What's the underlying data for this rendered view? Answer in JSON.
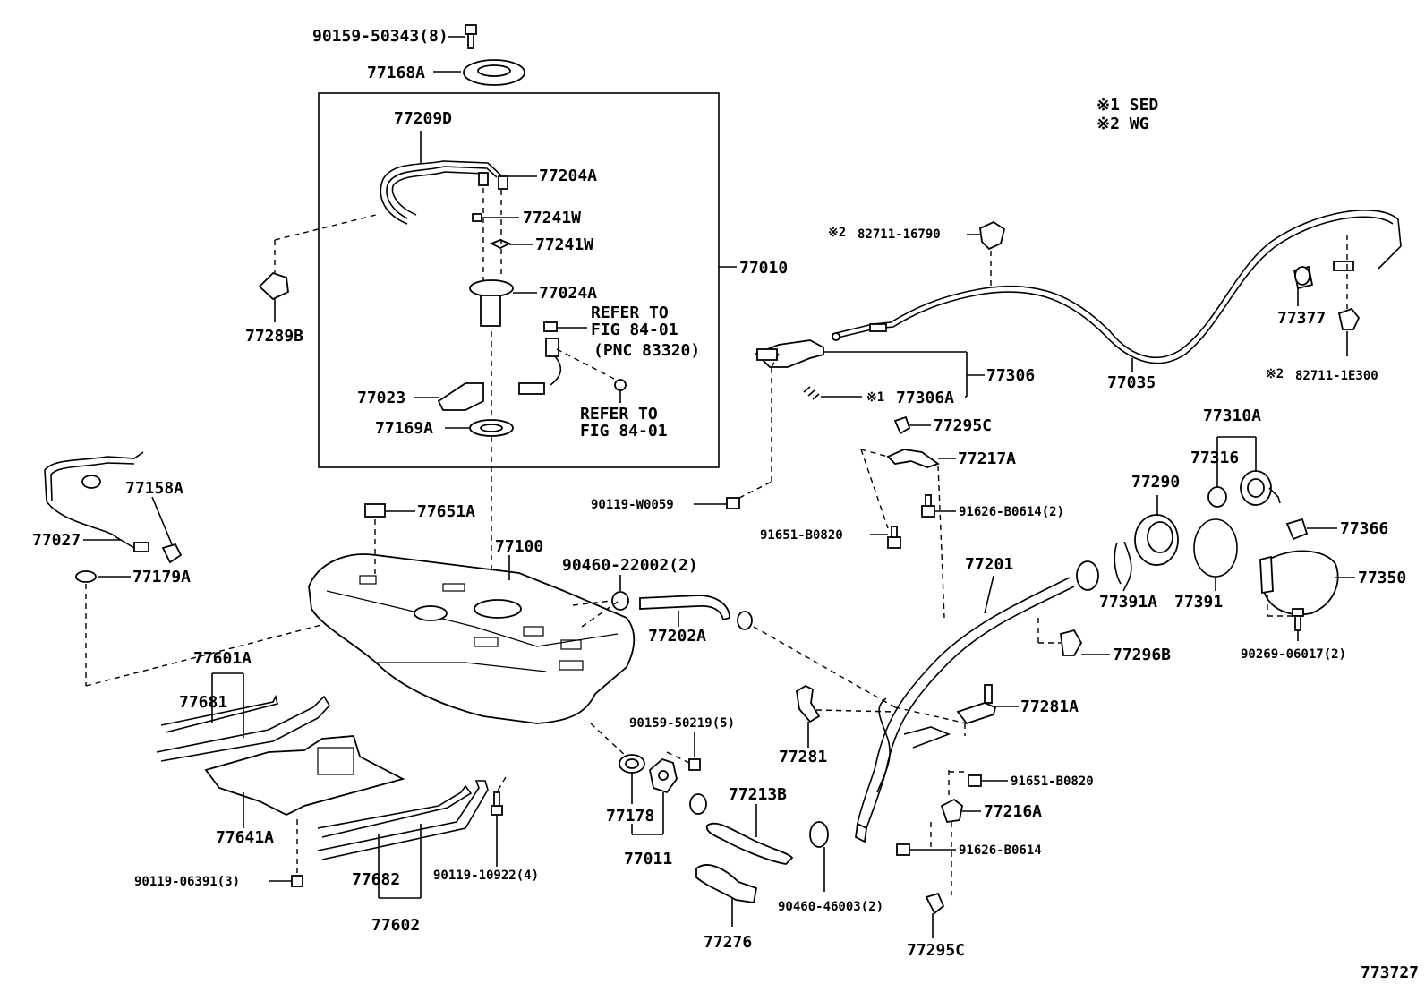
{
  "legend": {
    "note1": "※1 SED",
    "note2": "※2 WG"
  },
  "figure_number": "773727",
  "refer": {
    "ref1_line1": "REFER TO",
    "ref1_line2": "FIG 84-01",
    "ref1_line3": "(PNC 83320)",
    "ref2_line1": "REFER TO",
    "ref2_line2": "FIG 84-01"
  },
  "labels": {
    "p90159_50343": "90159-50343(8)",
    "p77168A": "77168A",
    "p77209D": "77209D",
    "p77204A": "77204A",
    "p77241W_1": "77241W",
    "p77241W_2": "77241W",
    "p77024A": "77024A",
    "p77010": "77010",
    "p77289B": "77289B",
    "p77023": "77023",
    "p77169A": "77169A",
    "p77158A": "77158A",
    "p77027": "77027",
    "p77179A": "77179A",
    "p77651A": "77651A",
    "p77100": "77100",
    "p90460_22002": "90460-22002(2)",
    "p77202A": "77202A",
    "p77601A": "77601A",
    "p77681": "77681",
    "p77641A": "77641A",
    "p90119_06391": "90119-06391(3)",
    "p77682": "77682",
    "p77602": "77602",
    "p90119_10922": "90119-10922(4)",
    "p90159_50219": "90159-50219(5)",
    "p77178": "77178",
    "p77011": "77011",
    "p77213B": "77213B",
    "p77276": "77276",
    "p90460_46003": "90460-46003(2)",
    "p77281": "77281",
    "p90119_W0059": "90119-W0059",
    "p82711_16790": "82711-16790",
    "p82711_16790_mark": "※2",
    "p77306": "77306",
    "p77306A": "77306A",
    "p77306A_mark": "※1",
    "p77035": "77035",
    "p77377": "77377",
    "p82711_1E300": "82711-1E300",
    "p82711_1E300_mark": "※2",
    "p77295C_1": "77295C",
    "p77217A": "77217A",
    "p91626_B0614_2": "91626-B0614(2)",
    "p91651_B0820_1": "91651-B0820",
    "p77201": "77201",
    "p77296B": "77296B",
    "p77281A": "77281A",
    "p91651_B0820_2": "91651-B0820",
    "p77216A": "77216A",
    "p91626_B0614": "91626-B0614",
    "p77295C_2": "77295C",
    "p77310A": "77310A",
    "p77316": "77316",
    "p77290": "77290",
    "p77391A": "77391A",
    "p77391": "77391",
    "p77366": "77366",
    "p77350": "77350",
    "p90269_06017": "90269-06017(2)"
  }
}
